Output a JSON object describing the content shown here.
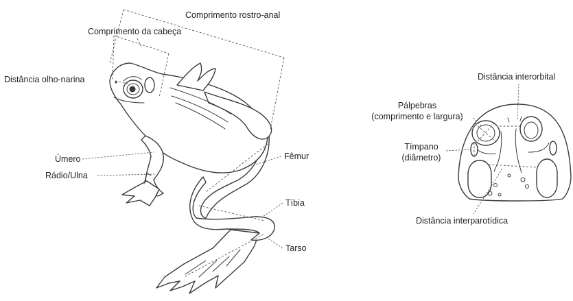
{
  "labels": {
    "snout_vent_length": "Comprimento rostro-anal",
    "head_length": "Comprimento da cabeça",
    "eye_nostril_distance": "Distância olho-narina",
    "humerus": "Úmero",
    "radius_ulna": "Rádio/Ulna",
    "femur": "Fêmur",
    "tibia": "Tíbia",
    "tarsus": "Tarso",
    "interorbital_distance": "Distância interorbital",
    "eyelids_line1": "Pálpebras",
    "eyelids_line2": "(comprimento e largura)",
    "tympanum_line1": "Tímpano",
    "tympanum_line2": "(diâmetro)",
    "interparotoid_distance": "Distância interparotídica"
  }
}
